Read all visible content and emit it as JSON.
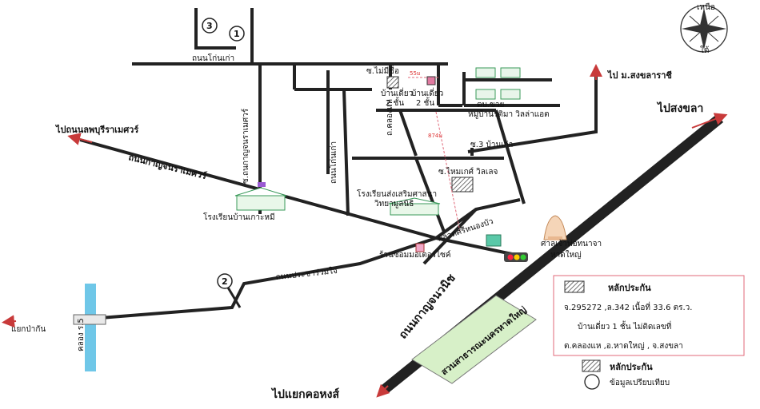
{
  "compass": {
    "north": "เหนือ",
    "south": "ใต้"
  },
  "roads": {
    "kanchanavanich_main": "ถนนกาญจนวนิช",
    "kanchanaramesuan": "ถนนกาญจนราเมศวร์",
    "pracharuamjai": "ถนนประชาร่วมใจ",
    "ton_kha_top": "ถนนโก่นเก่า",
    "ton_kha_side": "ถนนโก่นเก่า",
    "soi_kanchanaramesuan": "ซ.ถนกาญจนราเมศวร์",
    "soi_3": "ซ.3 บ้านเก่า",
    "soi_kanchan": "ซ.ไม่มีชื่อ",
    "soi_village": "ถ.คลองแห",
    "soi_wanlert": "ซ.ไหมเกศ์ วิลเลจ"
  },
  "directions": {
    "to_songkhla": "ไปสงขลา",
    "to_rajabhat": "ไป ม.สงขลาราชี",
    "to_kanchanaramesuan": "ไปถนนลพบุรีราเมศวร์",
    "to_khohong": "ไปแยกคอหงส์",
    "to_pakkan": "แยกป่ากัน"
  },
  "places": {
    "school_kohmi": "โรงเรียนบ้านเกาะหมี",
    "school_islam": "โรงเรียนส่งเสริมศาสนา",
    "school_islam_2": "วิทยามูลนิธิ",
    "shrine": "ศาลเจ้าพ่อทนาจา",
    "shrine_2": "หาดใหญ่",
    "market": "ตลาดศรีหนองบัว",
    "shop": "ร้านซ่อมมอเตอร์ไซค์",
    "public_park": "สวนสาธารณะนครหาดใหญ่",
    "canal": "คลอง ร.5",
    "house_1": "บ้านเดี่ยว",
    "house_1b": "2 ชั้น",
    "house_2": "บ้านเดี่ยว",
    "house_2b": "2 ชั้น",
    "store": "ตบ.ขาย",
    "village_sign": "หมู่บ้านรติมา วิลล่าแอต",
    "distance_top": "55ม",
    "distance_side": "874ม"
  },
  "markers": {
    "m1": "1",
    "m2": "2",
    "m3": "3"
  },
  "legend": {
    "title": "หลักประกัน",
    "line1": "จ.295272 ,ล.342 เนื้อที่ 33.6 ตร.ว.",
    "line2": "บ้านเดี่ยว 1 ชั้น ไม่ติดเลขที่",
    "line3": "ต.คลองแห ,อ.หาดใหญ่ , จ.สงขลา",
    "collateral": "หลักประกัน",
    "compare": "ข้อมูลเปรียบเทียบ"
  },
  "colors": {
    "road": "#222222",
    "arrow": "#c83a3a",
    "park": "#d7f0c8",
    "canal": "#6fc7e8",
    "legend_border": "#e06a7a"
  }
}
